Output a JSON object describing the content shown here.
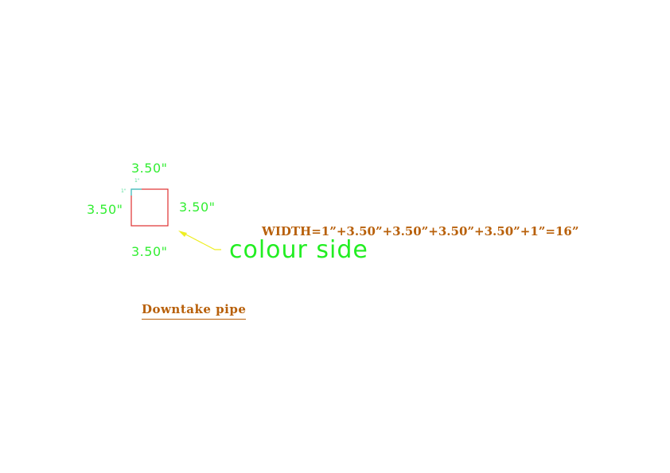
{
  "dimensions": {
    "top": "3.50\"",
    "left": "3.50\"",
    "right": "3.50\"",
    "bottom": "3.50\"",
    "flap_top": "1\"",
    "flap_left": "1\""
  },
  "callout": {
    "label": "colour side"
  },
  "formula": {
    "text": "WIDTH=1”+3.50”+3.50”+3.50”+3.50”+1”=16”"
  },
  "title": {
    "text": "Downtake pipe"
  },
  "colors": {
    "outline": "#e03030",
    "flap": "#33cccc",
    "dimension_text": "#33ee33",
    "arrow": "#eeee22",
    "annotation_text": "#b8600a"
  }
}
